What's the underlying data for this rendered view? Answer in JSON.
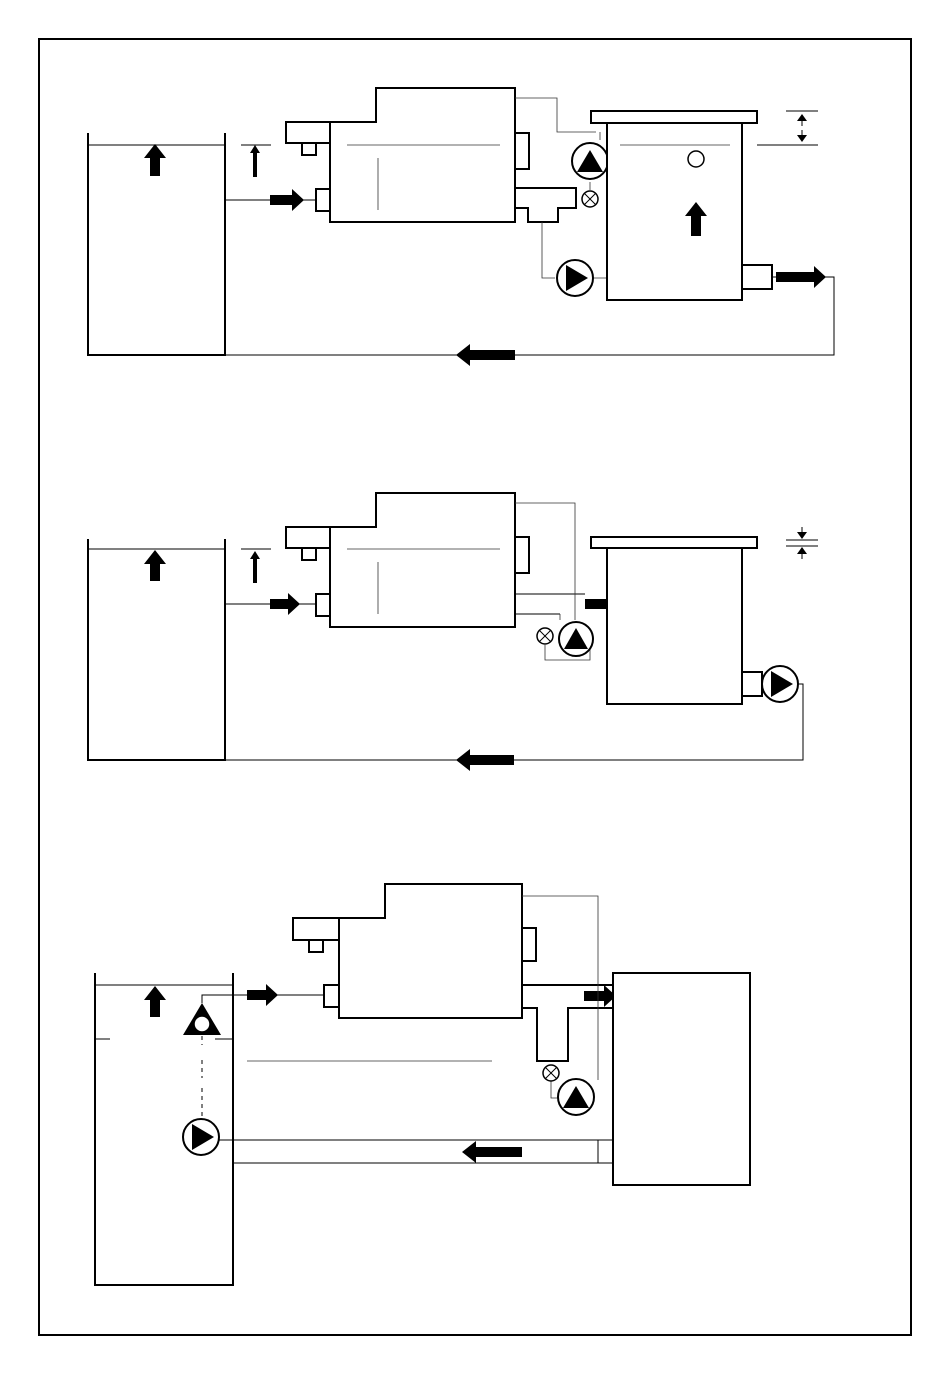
{
  "figure": {
    "frame_color": "#000000",
    "background_color": "#ffffff",
    "diagrams": [
      {
        "id": "diagram-1",
        "components": [
          "supply-tank",
          "machine",
          "pump-up",
          "valve",
          "pump-right",
          "float-switch",
          "collection-tank"
        ],
        "flow_arrows": [
          "inlet-right",
          "outlet-right",
          "return-left",
          "level-up",
          "float-up"
        ],
        "icons": [
          "pump-triangle-up-icon",
          "pump-triangle-right-icon",
          "valve-cross-icon",
          "float-circle-icon",
          "level-dimension-icon"
        ]
      },
      {
        "id": "diagram-2",
        "components": [
          "supply-tank",
          "machine",
          "valve",
          "pump-up",
          "pump-right",
          "collection-tank"
        ],
        "flow_arrows": [
          "inlet-right",
          "discharge-right",
          "return-left",
          "level-up"
        ],
        "icons": [
          "pump-triangle-up-icon",
          "pump-triangle-right-icon",
          "valve-cross-icon",
          "level-dimension-icon"
        ]
      },
      {
        "id": "diagram-3",
        "components": [
          "supply-tank",
          "float-pump",
          "pump-right",
          "machine",
          "valve",
          "pump-up",
          "collection-tank",
          "return-pipe"
        ],
        "flow_arrows": [
          "inlet-right",
          "discharge-right",
          "return-left",
          "level-up"
        ],
        "icons": [
          "float-pump-icon",
          "pump-triangle-right-icon",
          "pump-triangle-up-icon",
          "valve-cross-icon"
        ]
      }
    ]
  }
}
